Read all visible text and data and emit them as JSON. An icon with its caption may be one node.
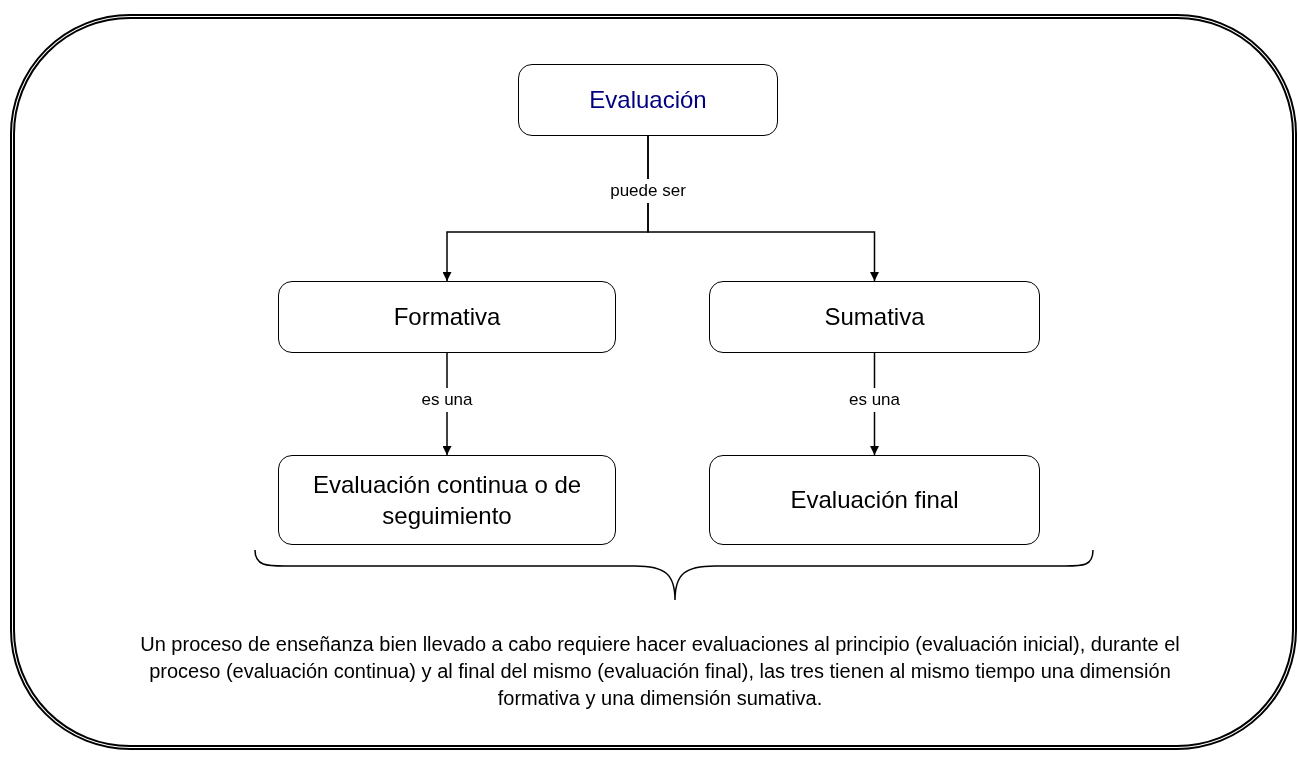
{
  "diagram": {
    "nodes": [
      {
        "text": [
          "Un proceso de enseñanza bien llevado a cabo requiere hacer evaluaciones al principio (evaluación inicial), durante el proceso (evaluación continua) y al final del mismo (evaluación final), las tres tienen al mismo tiempo una dimensión formativa y una dimensión sumativa."
        ]
      },
      {
        "text": [
          "Evaluación"
        ],
        "in": 0
      },
      {
        "text": [
          "Formativa"
        ],
        "in": 0
      },
      {
        "text": [
          "Sumativa"
        ],
        "in": 0
      },
      {
        "text": [
          "Evaluación continua o de seguimiento"
        ],
        "in": 0
      },
      {
        "text": [
          "Evaluación final"
        ],
        "in": 0
      }
    ],
    "edges": [
      {
        "from": 1,
        "to": 2,
        "arrow": "to",
        "label": "puede ser"
      },
      {
        "from": 1,
        "to": 3,
        "arrow": "to"
      },
      {
        "from": 2,
        "to": 4,
        "arrow": "to",
        "label": "es una"
      },
      {
        "from": 3,
        "to": 5,
        "arrow": "to",
        "label": "es una"
      }
    ]
  }
}
